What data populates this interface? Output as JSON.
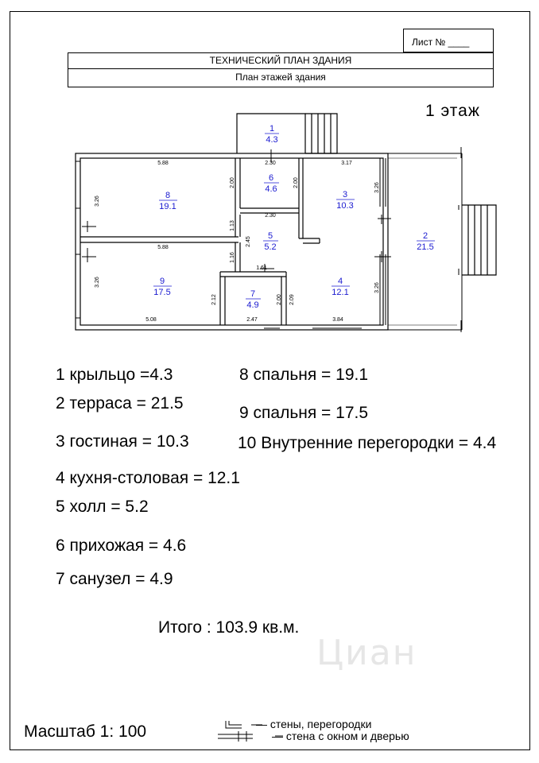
{
  "sheet": {
    "label": "Лист  №  ____"
  },
  "title": {
    "main": "ТЕХНИЧЕСКИЙ ПЛАН ЗДАНИЯ",
    "sub": "План этажей здания"
  },
  "floor_label": "1  этаж",
  "rooms": [
    {
      "number": "1",
      "area": "4.3"
    },
    {
      "number": "2",
      "area": "21.5"
    },
    {
      "number": "3",
      "area": "10.3"
    },
    {
      "number": "4",
      "area": "12.1"
    },
    {
      "number": "5",
      "area": "5.2"
    },
    {
      "number": "6",
      "area": "4.6"
    },
    {
      "number": "7",
      "area": "4.9"
    },
    {
      "number": "8",
      "area": "19.1"
    },
    {
      "number": "9",
      "area": "17.5"
    }
  ],
  "dimensions": {
    "d_588_top": "5.88",
    "d_230_porch": "2.30",
    "d_317": "3.17",
    "d_326_left_top": "3.26",
    "d_200_room8": "2.00",
    "d_200_room6": "2.00",
    "d_326_right_top": "3.26",
    "d_230_hall": "2.30",
    "d_113": "1.13",
    "d_245": "2.45",
    "d_116": "1.16",
    "d_588_mid": "5.88",
    "d_161": "1.61",
    "d_326_left_bottom": "3.26",
    "d_212": "2.12",
    "d_200_bath": "2.00",
    "d_209": "2.09",
    "d_326_right_bottom": "3.26",
    "d_508": "5.08",
    "d_247": "2.47",
    "d_384": "3.84"
  },
  "legend": [
    "1  крыльцо =4.3",
    "2  терраса = 21.5",
    "3 гостиная = 10.3",
    "4 кухня-столовая = 12.1",
    "5  холл = 5.2",
    "6 прихожая = 4.6",
    "7  санузел = 4.9",
    "8 спальня = 19.1",
    "9 спальня = 17.5",
    "10 Внутренние перегородки = 4.4"
  ],
  "total": "Итого : 103.9 кв.м.",
  "scale": "Масштаб 1: 100",
  "wall_key": {
    "walls": "— стены, перегородки",
    "window_wall": "—  стена с окном и дверью"
  },
  "watermark": "Циан"
}
